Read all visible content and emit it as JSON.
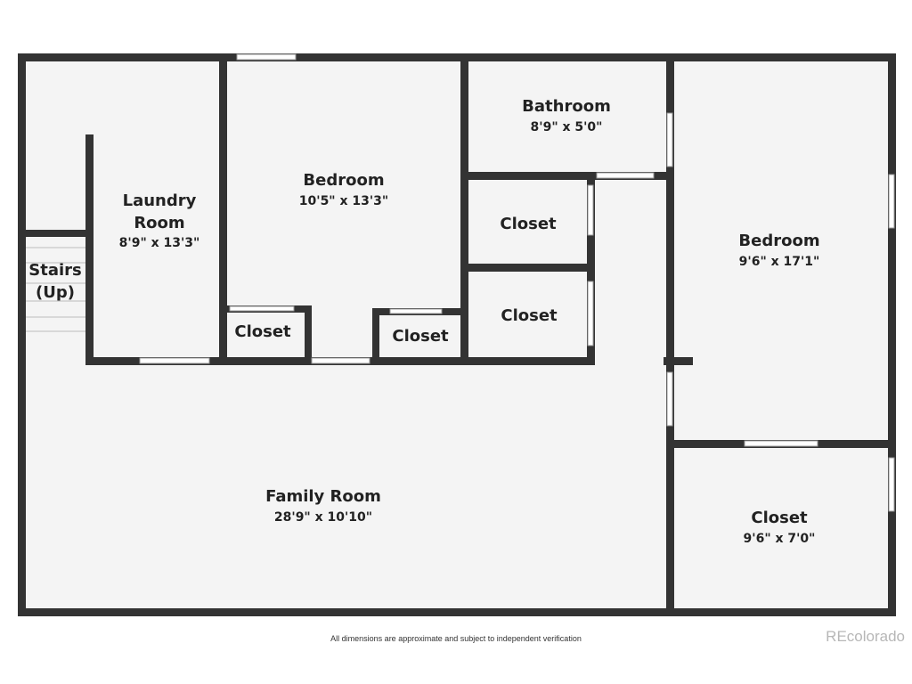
{
  "plan": {
    "rooms": {
      "laundry": {
        "name_line1": "Laundry",
        "name_line2": "Room",
        "dims": "8'9\" x 13'3\""
      },
      "bedroom1": {
        "name": "Bedroom",
        "dims": "10'5\" x 13'3\""
      },
      "bathroom": {
        "name": "Bathroom",
        "dims": "8'9\" x 5'0\""
      },
      "bedroom2": {
        "name": "Bedroom",
        "dims": "9'6\" x 17'1\""
      },
      "stairs": {
        "name_line1": "Stairs",
        "name_line2": "(Up)"
      },
      "closet_a": {
        "name": "Closet"
      },
      "closet_b": {
        "name": "Closet"
      },
      "closet_c": {
        "name": "Closet"
      },
      "closet_d": {
        "name": "Closet"
      },
      "closet_e": {
        "name": "Closet",
        "dims": "9'6\" x 7'0\""
      },
      "family": {
        "name": "Family Room",
        "dims": "28'9\" x 10'10\""
      }
    },
    "colors": {
      "wall": "#333333",
      "floor": "#f4f4f4",
      "opening": "#ffffff"
    }
  },
  "footer": {
    "disclaimer": "All dimensions are approximate and subject to independent verification",
    "watermark": "REcolorado"
  }
}
